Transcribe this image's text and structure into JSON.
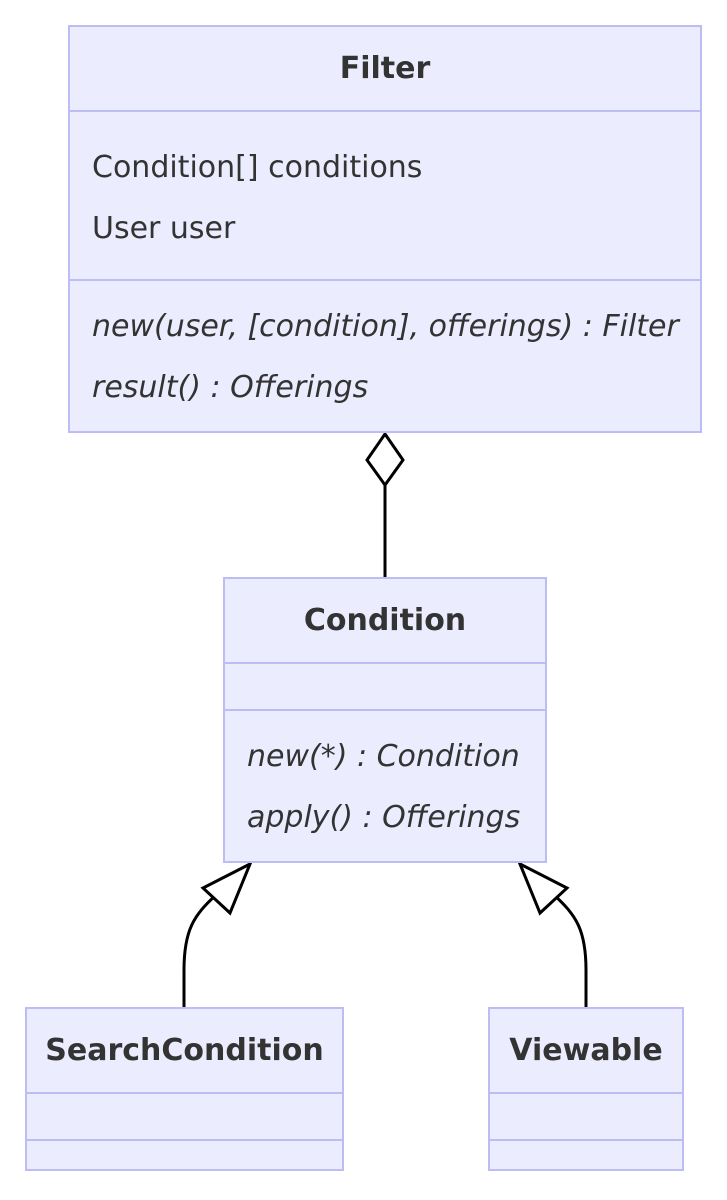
{
  "diagram": {
    "classes": {
      "filter": {
        "name": "Filter",
        "attributes": [
          "Condition[] conditions",
          "User user"
        ],
        "methods": [
          "new(user, [condition], offerings) : Filter",
          "result() : Offerings"
        ]
      },
      "condition": {
        "name": "Condition",
        "attributes": [],
        "methods": [
          "new(*) : Condition",
          "apply() : Offerings"
        ]
      },
      "search_condition": {
        "name": "SearchCondition",
        "attributes": [],
        "methods": []
      },
      "viewable": {
        "name": "Viewable",
        "attributes": [],
        "methods": []
      }
    },
    "relations": [
      {
        "type": "aggregation",
        "whole": "Filter",
        "part": "Condition"
      },
      {
        "type": "inheritance",
        "child": "SearchCondition",
        "parent": "Condition"
      },
      {
        "type": "inheritance",
        "child": "Viewable",
        "parent": "Condition"
      }
    ],
    "colors": {
      "class_fill": "#ECECFF",
      "class_border": "#BDBDF5",
      "text": "#333333",
      "edge": "#000000"
    }
  }
}
